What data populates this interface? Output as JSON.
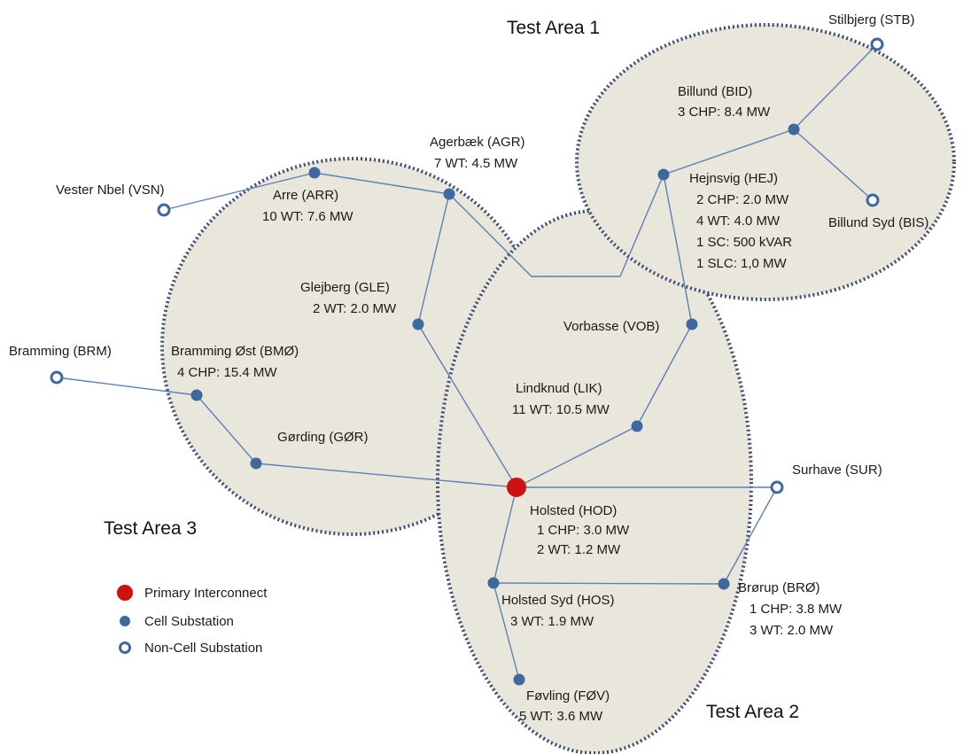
{
  "colors": {
    "area_fill": "#e9e6dc",
    "area_border": "#3b4a70",
    "line": "#5f7fb8",
    "cell_node": "#41679f",
    "primary_node": "#cc1111",
    "non_cell_node_stroke": "#41679f"
  },
  "areas": {
    "area1": "Test Area 1",
    "area2": "Test Area 2",
    "area3": "Test Area 3"
  },
  "substations": {
    "STB": {
      "lines": [
        "Stilbjerg (STB)"
      ],
      "kind": "non-cell",
      "icon": "open-circle"
    },
    "BID": {
      "lines": [
        "Billund (BID)",
        "3 CHP: 8.4 MW"
      ],
      "kind": "cell",
      "icon": "filled-circle"
    },
    "BIS": {
      "lines": [
        "Billund Syd (BIS)"
      ],
      "kind": "non-cell",
      "icon": "open-circle"
    },
    "HEJ": {
      "lines": [
        "Hejnsvig (HEJ)",
        "2 CHP: 2.0 MW",
        "4 WT: 4.0 MW",
        "1 SC: 500 kVAR",
        "1 SLC: 1,0 MW"
      ],
      "kind": "cell",
      "icon": "filled-circle"
    },
    "AGR": {
      "lines": [
        "Agerbæk (AGR)",
        "7 WT: 4.5 MW"
      ],
      "kind": "cell",
      "icon": "filled-circle"
    },
    "VSN": {
      "lines": [
        "Vester Nbel (VSN)"
      ],
      "kind": "non-cell",
      "icon": "open-circle"
    },
    "ARR": {
      "lines": [
        "Arre (ARR)",
        "10 WT: 7.6 MW"
      ],
      "kind": "cell",
      "icon": "filled-circle"
    },
    "GLE": {
      "lines": [
        "Glejberg (GLE)",
        "2 WT: 2.0 MW"
      ],
      "kind": "cell",
      "icon": "filled-circle"
    },
    "VOB": {
      "lines": [
        "Vorbasse (VOB)"
      ],
      "kind": "cell",
      "icon": "filled-circle"
    },
    "BRM": {
      "lines": [
        "Bramming (BRM)"
      ],
      "kind": "non-cell",
      "icon": "open-circle"
    },
    "BMO": {
      "lines": [
        "Bramming Øst (BMØ)",
        "4 CHP: 15.4 MW"
      ],
      "kind": "cell",
      "icon": "filled-circle"
    },
    "LIK": {
      "lines": [
        "Lindknud (LIK)",
        "11 WT: 10.5 MW"
      ],
      "kind": "cell",
      "icon": "filled-circle"
    },
    "GOR": {
      "lines": [
        "Gørding (GØR)"
      ],
      "kind": "cell",
      "icon": "filled-circle"
    },
    "SUR": {
      "lines": [
        "Surhave (SUR)"
      ],
      "kind": "non-cell",
      "icon": "open-circle"
    },
    "HOD": {
      "lines": [
        "Holsted (HOD)",
        "1 CHP: 3.0 MW",
        "2 WT: 1.2 MW"
      ],
      "kind": "primary",
      "icon": "red-circle"
    },
    "HOS": {
      "lines": [
        "Holsted Syd (HOS)",
        "3 WT: 1.9 MW"
      ],
      "kind": "cell",
      "icon": "filled-circle"
    },
    "BRO": {
      "lines": [
        "Brørup (BRØ)",
        "1 CHP: 3.8 MW",
        "3 WT: 2.0 MW"
      ],
      "kind": "cell",
      "icon": "filled-circle"
    },
    "FOV": {
      "lines": [
        "Føvling (FØV)",
        "5 WT: 3.6 MW"
      ],
      "kind": "cell",
      "icon": "filled-circle"
    }
  },
  "legend": {
    "primary": "Primary Interconnect",
    "cell": "Cell Substation",
    "non_cell": "Non-Cell Substation"
  }
}
